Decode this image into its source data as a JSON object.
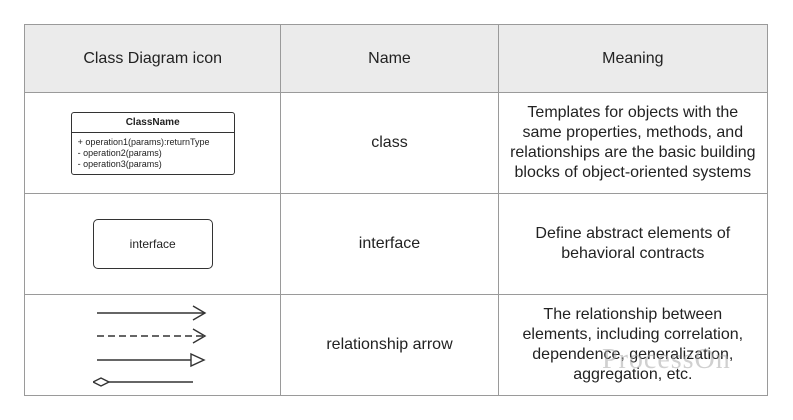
{
  "headers": [
    "Class Diagram icon",
    "Name",
    "Meaning"
  ],
  "rows": [
    {
      "name": "class",
      "meaning": [
        "Templates for objects with the",
        "same properties, methods, and",
        "relationships are the basic building",
        "blocks of object-oriented systems"
      ],
      "icon": {
        "class_name": "ClassName",
        "operations": [
          "+ operation1(params):returnType",
          "- operation2(params)",
          "- operation3(params)"
        ]
      }
    },
    {
      "name": "interface",
      "meaning": [
        "Define abstract elements of",
        "behavioral contracts"
      ],
      "icon": {
        "label": "interface"
      }
    },
    {
      "name": "relationship arrow",
      "meaning": [
        "The relationship between",
        "elements, including correlation,",
        "dependence, generalization,",
        "aggregation, etc."
      ],
      "icon": {
        "arrows": [
          "association-arrow-icon",
          "dependency-arrow-icon",
          "generalization-arrow-icon",
          "aggregation-arrow-icon"
        ]
      }
    }
  ],
  "watermark": "ProcessOn",
  "colors": {
    "header_bg": "#ebebeb",
    "border": "#9a9a9a",
    "line": "#333333"
  }
}
